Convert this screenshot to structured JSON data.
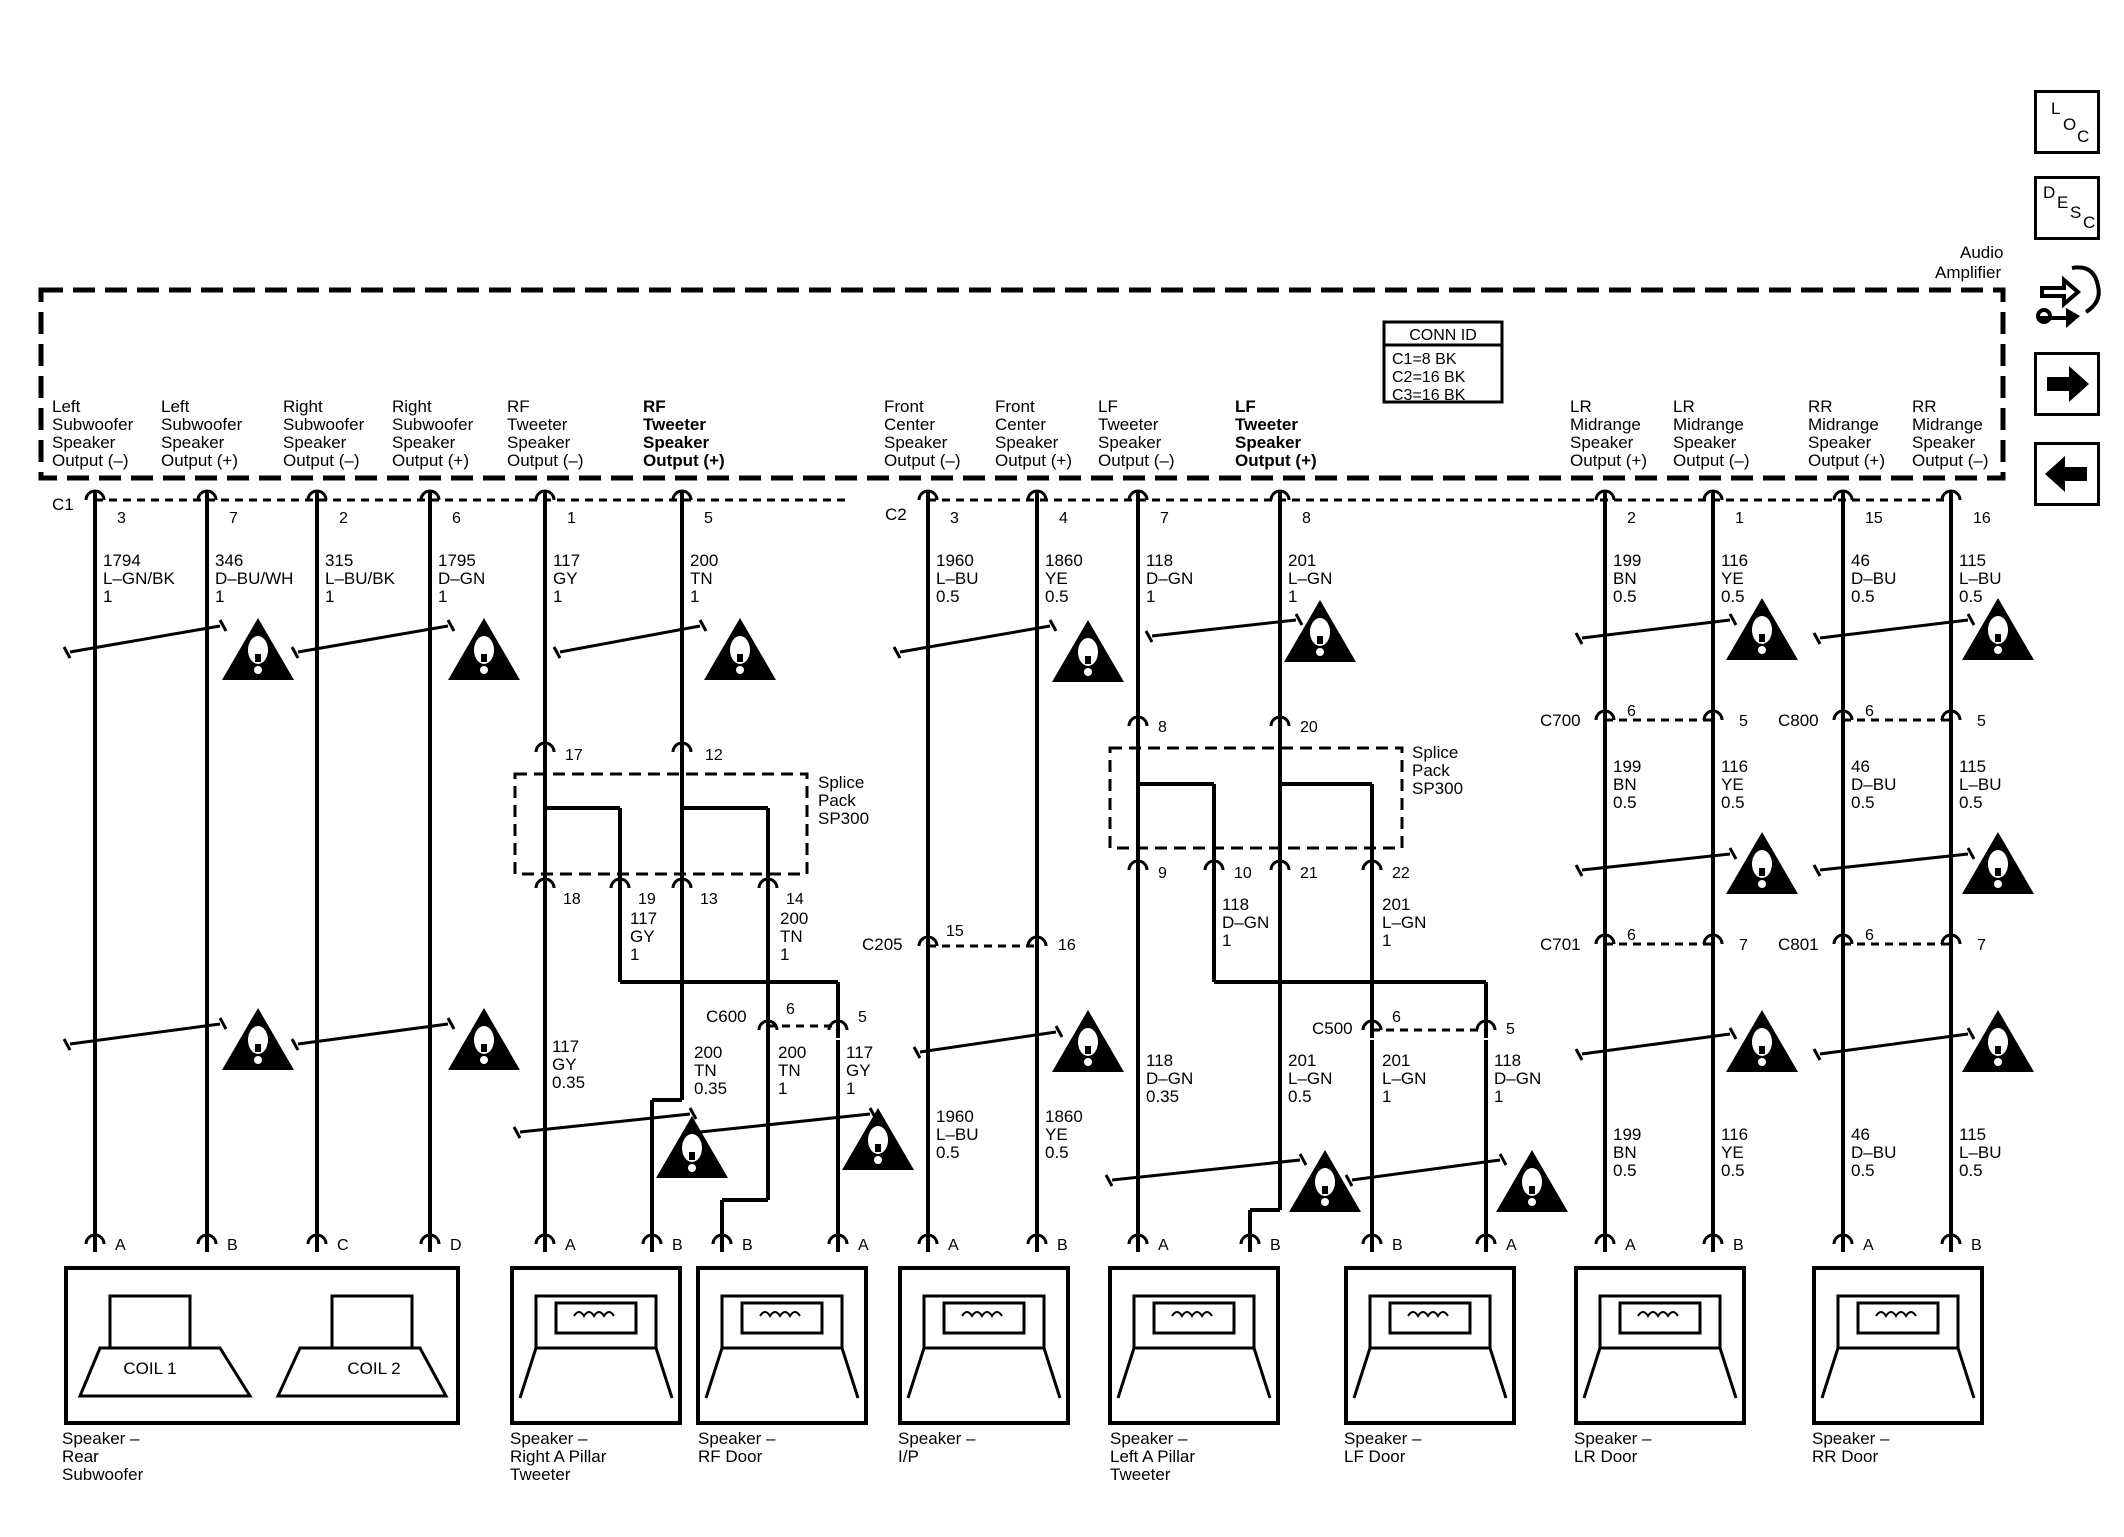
{
  "module": {
    "name_line1": "Audio",
    "name_line2": "Amplifier"
  },
  "conn_id": {
    "title": "CONN ID",
    "rows": [
      "C1=8 BK",
      "C2=16 BK",
      "C3=16 BK"
    ]
  },
  "nav": {
    "loc": [
      "L",
      "O",
      "C"
    ],
    "desc": [
      "D",
      "E",
      "S",
      "C"
    ]
  },
  "connectors": {
    "c1": "C1",
    "c2": "C2",
    "c205": "C205",
    "c600": "C600",
    "c500": "C500",
    "c700": "C700",
    "c701": "C701",
    "c800": "C800",
    "c801": "C801"
  },
  "splice": {
    "line1": "Splice",
    "line2": "Pack",
    "line3": "SP300"
  },
  "outputs": [
    {
      "l1": "Left",
      "l2": "Subwoofer",
      "l3": "Speaker",
      "l4": "Output (–)",
      "pin": "3"
    },
    {
      "l1": "Left",
      "l2": "Subwoofer",
      "l3": "Speaker",
      "l4": "Output (+)",
      "pin": "7"
    },
    {
      "l1": "Right",
      "l2": "Subwoofer",
      "l3": "Speaker",
      "l4": "Output (–)",
      "pin": "2"
    },
    {
      "l1": "Right",
      "l2": "Subwoofer",
      "l3": "Speaker",
      "l4": "Output (+)",
      "pin": "6"
    },
    {
      "l1": "RF",
      "l2": "Tweeter",
      "l3": "Speaker",
      "l4": "Output (–)",
      "pin": "1"
    },
    {
      "l1": "RF",
      "l2": "Tweeter",
      "l3": "Speaker",
      "l4": "Output (+)",
      "pin": "5"
    },
    {
      "l1": "Front",
      "l2": "Center",
      "l3": "Speaker",
      "l4": "Output (–)",
      "pin": "3"
    },
    {
      "l1": "Front",
      "l2": "Center",
      "l3": "Speaker",
      "l4": "Output (+)",
      "pin": "4"
    },
    {
      "l1": "LF",
      "l2": "Tweeter",
      "l3": "Speaker",
      "l4": "Output (–)",
      "pin": "7"
    },
    {
      "l1": "LF",
      "l2": "Tweeter",
      "l3": "Speaker",
      "l4": "Output (+)",
      "pin": "8"
    },
    {
      "l1": "LR",
      "l2": "Midrange",
      "l3": "Speaker",
      "l4": "Output (+)",
      "pin": "2"
    },
    {
      "l1": "LR",
      "l2": "Midrange",
      "l3": "Speaker",
      "l4": "Output (–)",
      "pin": "1"
    },
    {
      "l1": "RR",
      "l2": "Midrange",
      "l3": "Speaker",
      "l4": "Output (+)",
      "pin": "15"
    },
    {
      "l1": "RR",
      "l2": "Midrange",
      "l3": "Speaker",
      "l4": "Output (–)",
      "pin": "16"
    }
  ],
  "wires_top": [
    [
      "1794",
      "L–GN/BK",
      "1"
    ],
    [
      "346",
      "D–BU/WH",
      "1"
    ],
    [
      "315",
      "L–BU/BK",
      "1"
    ],
    [
      "1795",
      "D–GN",
      "1"
    ],
    [
      "117",
      "GY",
      "1"
    ],
    [
      "200",
      "TN",
      "1"
    ],
    [
      "1960",
      "L–BU",
      "0.5"
    ],
    [
      "1860",
      "YE",
      "0.5"
    ],
    [
      "118",
      "D–GN",
      "1"
    ],
    [
      "201",
      "L–GN",
      "1"
    ],
    [
      "199",
      "BN",
      "0.5"
    ],
    [
      "116",
      "YE",
      "0.5"
    ],
    [
      "46",
      "D–BU",
      "0.5"
    ],
    [
      "115",
      "L–BU",
      "0.5"
    ]
  ],
  "wires_mid": {
    "rr_lr_mid": [
      [
        "199",
        "BN",
        "0.5"
      ],
      [
        "116",
        "YE",
        "0.5"
      ],
      [
        "46",
        "D–BU",
        "0.5"
      ],
      [
        "115",
        "L–BU",
        "0.5"
      ]
    ],
    "rf_splice": [
      [
        "117",
        "GY",
        "1"
      ],
      [
        "200",
        "TN",
        "1"
      ]
    ],
    "lf_splice": [
      [
        "118",
        "D–GN",
        "1"
      ],
      [
        "201",
        "L–GN",
        "1"
      ]
    ]
  },
  "wires_low": {
    "rf_a_pillar": [
      [
        "117",
        "GY",
        "0.35"
      ],
      [
        "200",
        "TN",
        "0.35"
      ]
    ],
    "rf_door": [
      [
        "200",
        "TN",
        "1"
      ],
      [
        "117",
        "GY",
        "1"
      ]
    ],
    "ip": [
      [
        "1960",
        "L–BU",
        "0.5"
      ],
      [
        "1860",
        "YE",
        "0.5"
      ]
    ],
    "lf_a_pillar": [
      [
        "118",
        "D–GN",
        "0.35"
      ],
      [
        "201",
        "L–GN",
        "0.5"
      ]
    ],
    "lf_door": [
      [
        "201",
        "L–GN",
        "1"
      ],
      [
        "118",
        "D–GN",
        "1"
      ]
    ],
    "lr_rr": [
      [
        "199",
        "BN",
        "0.5"
      ],
      [
        "116",
        "YE",
        "0.5"
      ],
      [
        "46",
        "D–BU",
        "0.5"
      ],
      [
        "115",
        "L–BU",
        "0.5"
      ]
    ]
  },
  "pins": {
    "splice_rf_in": [
      "17",
      "12"
    ],
    "splice_rf_out": [
      "18",
      "19",
      "13",
      "14"
    ],
    "splice_lf_in": [
      "8",
      "20"
    ],
    "splice_lf_out": [
      "9",
      "10",
      "21",
      "22"
    ],
    "c205": [
      "15",
      "16"
    ],
    "c600": [
      "6",
      "5"
    ],
    "c500": [
      "6",
      "5"
    ],
    "c700": [
      "6",
      "5"
    ],
    "c701": [
      "6",
      "7"
    ],
    "c800": [
      "6",
      "5"
    ],
    "c801": [
      "6",
      "7"
    ]
  },
  "speakers": [
    {
      "l1": "Speaker –",
      "l2": "Rear",
      "l3": "Subwoofer",
      "coil1": "COIL 1",
      "coil2": "COIL 2",
      "pins": [
        "A",
        "B",
        "C",
        "D"
      ]
    },
    {
      "l1": "Speaker –",
      "l2": "Right A Pillar",
      "l3": "Tweeter",
      "pins": [
        "A",
        "B"
      ]
    },
    {
      "l1": "Speaker –",
      "l2": "RF Door",
      "pins": [
        "B",
        "A"
      ]
    },
    {
      "l1": "Speaker –",
      "l2": "I/P",
      "pins": [
        "A",
        "B"
      ]
    },
    {
      "l1": "Speaker –",
      "l2": "Left A Pillar",
      "l3": "Tweeter",
      "pins": [
        "A",
        "B"
      ]
    },
    {
      "l1": "Speaker –",
      "l2": "LF Door",
      "pins": [
        "B",
        "A"
      ]
    },
    {
      "l1": "Speaker –",
      "l2": "LR Door",
      "pins": [
        "A",
        "B"
      ]
    },
    {
      "l1": "Speaker –",
      "l2": "RR Door",
      "pins": [
        "A",
        "B"
      ]
    }
  ]
}
